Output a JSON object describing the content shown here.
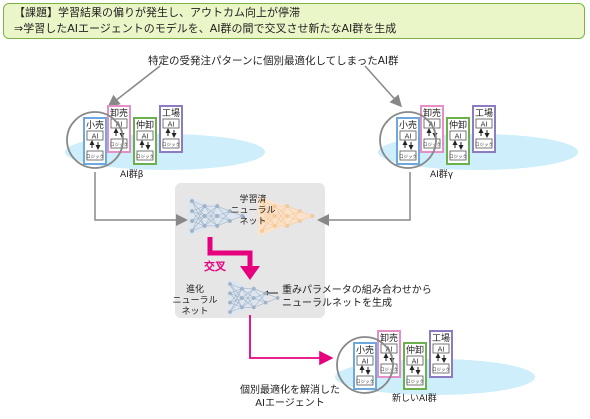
{
  "banner": {
    "line1": "【課題】学習結果の偏りが発生し、アウトカム向上が停滞",
    "line2": "⇒学習したAIエージェントのモデルを、AI群の間で交叉させ新たなAI群を生成"
  },
  "subtitle": "特定の受発注パターンに個別最適化してしまったAI群",
  "groups": {
    "beta": {
      "label": "AI群β"
    },
    "gamma": {
      "label": "AI群γ"
    },
    "new": {
      "label": "新しいAI群"
    }
  },
  "agents": [
    {
      "label": "小売",
      "color": "#6fa8dc"
    },
    {
      "label": "卸売",
      "color": "#e58fc8"
    },
    {
      "label": "仲卸",
      "color": "#6ab04c"
    },
    {
      "label": "工場",
      "color": "#8e7cc3"
    }
  ],
  "agent_inner": {
    "ai": "AI",
    "logic": "ロジック"
  },
  "learned_net": {
    "line1": "学習済",
    "line2": "ニューラル",
    "line3": "ネット"
  },
  "crossover": {
    "label": "交叉"
  },
  "evolved_net": {
    "line1": "進化",
    "line2": "ニューラル",
    "line3": "ネット"
  },
  "generation_text": {
    "line1": "重みパラメータの組み合わせから",
    "line2": "ニューラルネットを生成"
  },
  "resolved_text": {
    "line1": "個別最適化を解消した",
    "line2": "AIエージェント"
  },
  "colors": {
    "banner_bg": "#eaf6c8",
    "banner_border": "#7cb342",
    "magenta": "#e6007e",
    "cyan_blob": "#cdeefa",
    "net_blue": "#9fb3c8",
    "net_orange": "#f6c99a"
  }
}
